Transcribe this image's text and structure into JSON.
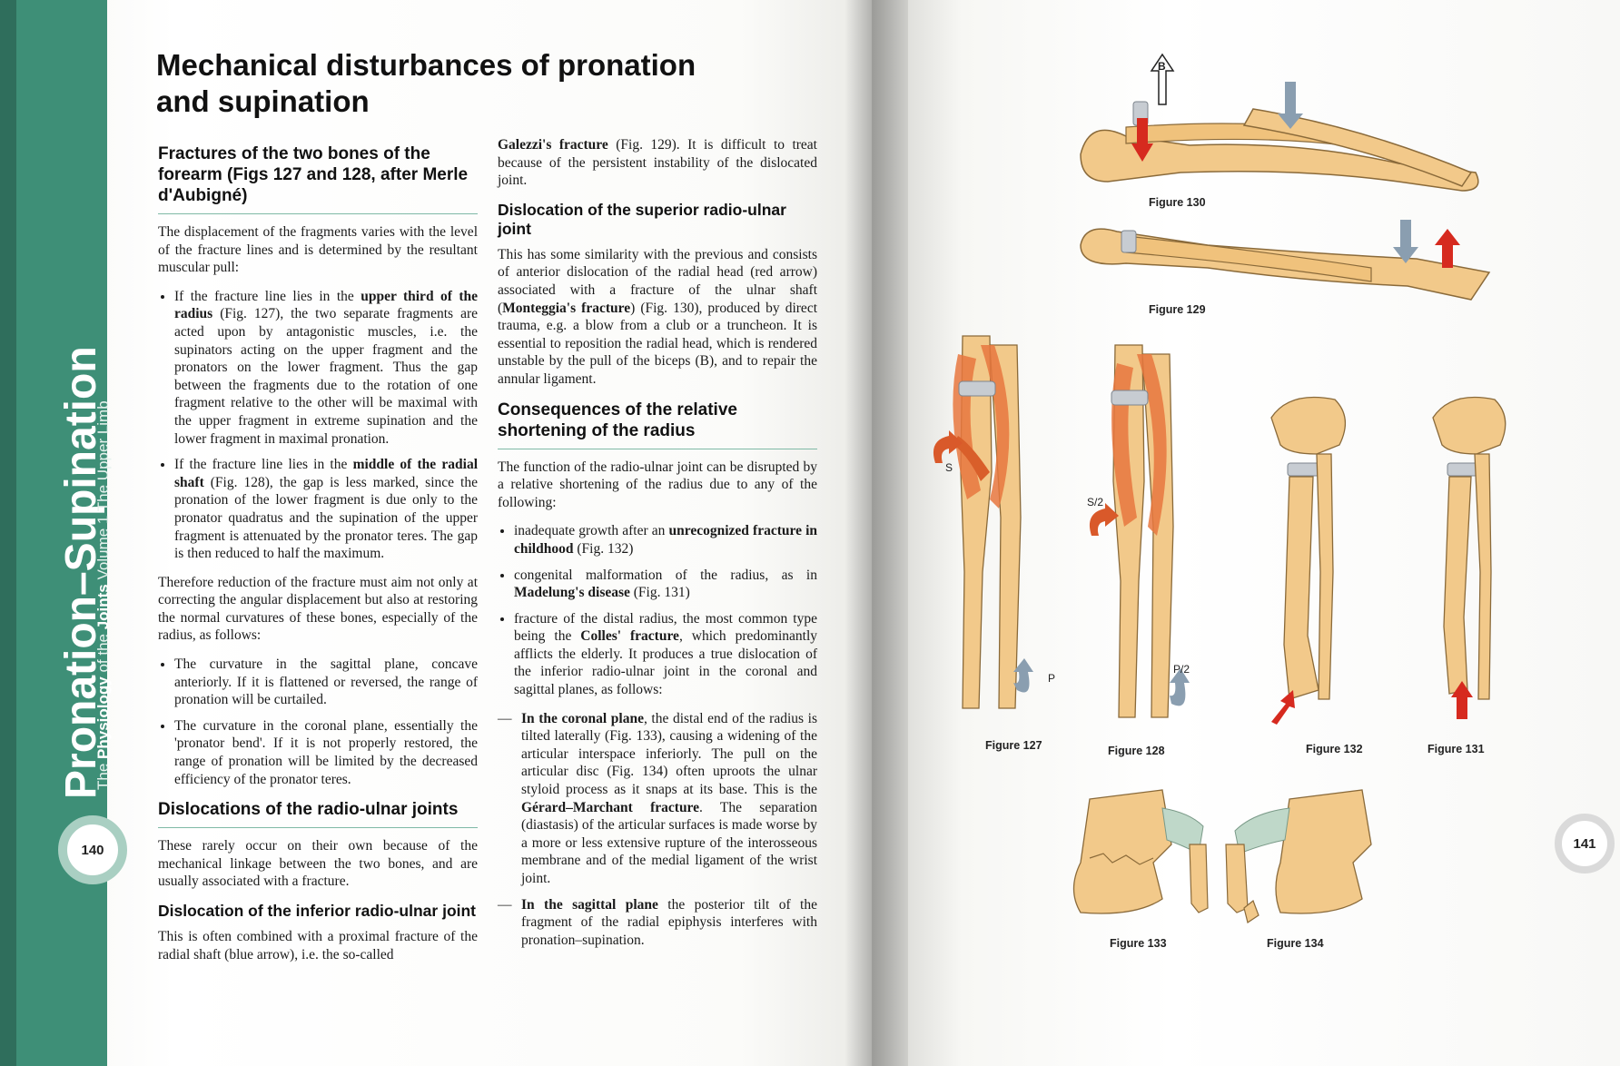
{
  "left_page": {
    "side_title": "Pronation–Supination",
    "side_subtitle_prefix": "The ",
    "side_subtitle_bold": "Physiology",
    "side_subtitle_mid": " of the ",
    "side_subtitle_bold2": "Joints",
    "side_subtitle_suffix": " Volume 1 The Upper Limb",
    "page_number": "140",
    "title": "Mechanical disturbances of pronation and supination",
    "fractures_heading": "Fractures of the two bones of the forearm (Figs 127 and 128, after Merle d'Aubigné)",
    "fractures_intro": "The displacement of the fragments varies with the level of the fracture lines and is determined by the resultant muscular pull:",
    "bullet1_pre": "If the fracture line lies in the ",
    "bullet1_bold": "upper third of the radius",
    "bullet1_post": " (Fig. 127), the two separate fragments are acted upon by antagonistic muscles, i.e. the supinators acting on the upper fragment and the pronators on the lower fragment. Thus the gap between the fragments due to the rotation of one fragment relative to the other will be maximal with the upper fragment in extreme supination and the lower fragment in maximal pronation.",
    "bullet2_pre": "If the fracture line lies in the ",
    "bullet2_bold": "middle of the radial shaft",
    "bullet2_post": " (Fig. 128), the gap is less marked, since the pronation of the lower fragment is due only to the pronator quadratus and the supination of the upper fragment is attenuated by the pronator teres. The gap is then reduced to half the maximum.",
    "reduction_para": "Therefore reduction of the fracture must aim not only at correcting the angular displacement but also at restoring the normal curvatures of these bones, especially of the radius, as follows:",
    "curv1": "The curvature in the sagittal plane, concave anteriorly. If it is flattened or reversed, the range of pronation will be curtailed.",
    "curv2": "The curvature in the coronal plane, essentially the 'pronator bend'. If it is not properly restored, the range of pronation will be limited by the decreased efficiency of the pronator teres.",
    "dislocations_heading": "Dislocations of the radio-ulnar joints",
    "dislocations_para": "These rarely occur on their own because of the mechanical linkage between the two bones, and are usually associated with a fracture.",
    "inferior_heading": "Dislocation of the inferior radio-ulnar joint",
    "inferior_para": "This is often combined with a proximal fracture of the radial shaft (blue arrow), i.e. the so-called",
    "galezzi_bold": "Galezzi's fracture",
    "galezzi_post": " (Fig. 129). It is difficult to treat because of the persistent instability of the dislocated joint.",
    "superior_heading": "Dislocation of the superior radio-ulnar joint",
    "superior_pre": "This has some similarity with the previous and consists of anterior dislocation of the radial head (red arrow) associated with a fracture of the ulnar shaft (",
    "superior_bold": "Monteggia's fracture",
    "superior_post": ") (Fig. 130), produced by direct trauma, e.g. a blow from a club or a truncheon. It is essential to reposition the radial head, which is rendered unstable by the pull of the biceps (B), and to repair the annular ligament.",
    "consequences_heading": "Consequences of the relative shortening of the radius",
    "consequences_para": "The function of the radio-ulnar joint can be disrupted by a relative shortening of the radius due to any of the following:",
    "cons1_pre": "inadequate growth after an ",
    "cons1_bold": "unrecognized fracture in childhood",
    "cons1_post": " (Fig. 132)",
    "cons2_pre": "congenital malformation of the radius, as in ",
    "cons2_bold": "Madelung's disease",
    "cons2_post": " (Fig. 131)",
    "cons3_pre": "fracture of the distal radius, the most common type being the ",
    "cons3_bold": "Colles' fracture",
    "cons3_post": ", which predominantly afflicts the elderly. It produces a true dislocation of the inferior radio-ulnar joint in the coronal and sagittal planes, as follows:",
    "dash1_bold": "In the coronal plane",
    "dash1_pre": ", the distal end of the radius is tilted laterally (Fig. 133), causing a widening of the articular interspace inferiorly. The pull on the articular disc (Fig. 134) often uproots the ulnar styloid process as it snaps at its base. This is the ",
    "dash1_bold2": "Gérard–Marchant fracture",
    "dash1_post": ". The separation (diastasis) of the articular surfaces is made worse by a more or less extensive rupture of the interosseous membrane and of the medial ligament of the wrist joint.",
    "dash2_bold": "In the sagittal plane",
    "dash2_post": " the posterior tilt of the fragment of the radial epiphysis interferes with pronation–supination."
  },
  "right_page": {
    "page_number": "141",
    "figures": {
      "fig130": "Figure 130",
      "fig129": "Figure 129",
      "fig127": "Figure 127",
      "fig128": "Figure 128",
      "fig132": "Figure 132",
      "fig131": "Figure 131",
      "fig133": "Figure 133",
      "fig134": "Figure 134"
    },
    "labels": {
      "B": "B",
      "S": "S",
      "S2": "S/2",
      "P": "P",
      "P2": "P/2"
    }
  },
  "colors": {
    "band_green": "#3e8f77",
    "rule_green": "#7fb9a6",
    "bone": "#f2c98a",
    "muscle": "#e8773e",
    "arrow_red": "#d62a1f",
    "arrow_blue": "#8a9eb0"
  }
}
